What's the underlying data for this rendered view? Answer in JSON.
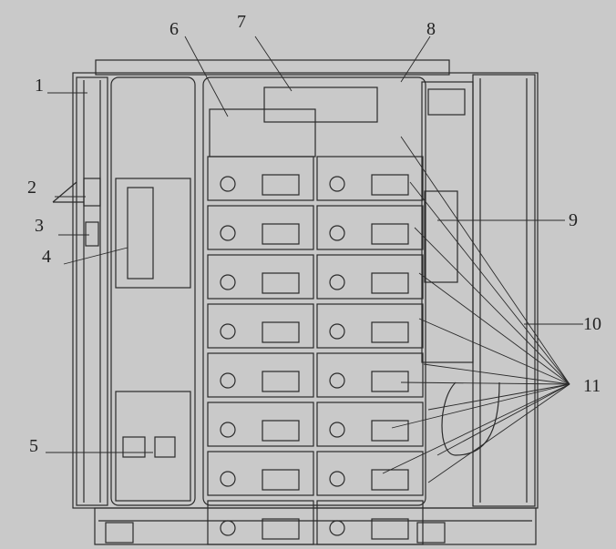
{
  "callouts": {
    "c1": "1",
    "c2": "2",
    "c3": "3",
    "c4": "4",
    "c5": "5",
    "c6": "6",
    "c7": "7",
    "c8": "8",
    "c9": "9",
    "c10": "10",
    "c11": "11"
  },
  "module_grid": {
    "columns": 2,
    "rows": 8
  },
  "colors": {
    "background": "#c9c9c9",
    "line": "#2a2a2a"
  }
}
